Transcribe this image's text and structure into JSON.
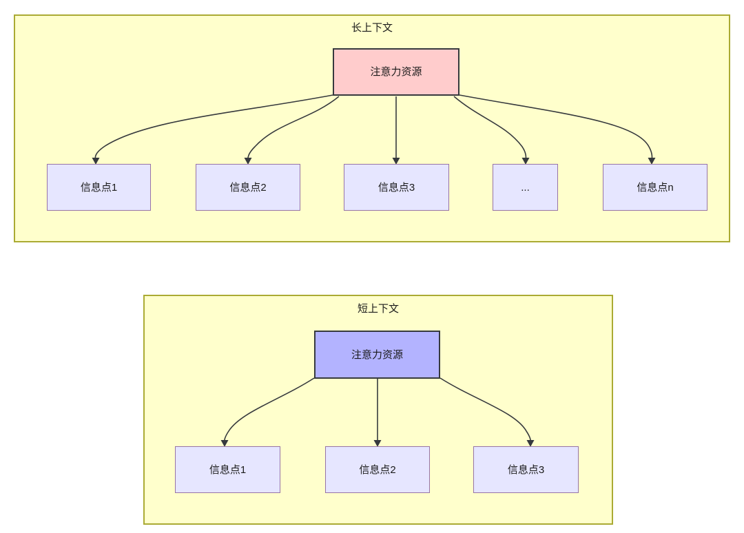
{
  "diagram": {
    "title_semantics": "attention-resource-allocation-long-vs-short-context",
    "colors": {
      "panel_fill": "#FFFFCC",
      "panel_border": "#AAAA33",
      "attention_long_fill": "#FFCCCC",
      "attention_short_fill": "#B3B3FF",
      "node_border_dark": "#36393D",
      "info_fill": "#E6E6FF",
      "info_border": "#9673A6",
      "edge_stroke": "#36393D",
      "text": "#1A1A1A"
    },
    "panels": [
      {
        "id": "long-context",
        "title": "长上下文",
        "attention": {
          "label": "注意力资源"
        },
        "info_nodes": [
          {
            "label": "信息点1"
          },
          {
            "label": "信息点2"
          },
          {
            "label": "信息点3"
          },
          {
            "label": "..."
          },
          {
            "label": "信息点n"
          }
        ]
      },
      {
        "id": "short-context",
        "title": "短上下文",
        "attention": {
          "label": "注意力资源"
        },
        "info_nodes": [
          {
            "label": "信息点1"
          },
          {
            "label": "信息点2"
          },
          {
            "label": "信息点3"
          }
        ]
      }
    ]
  }
}
